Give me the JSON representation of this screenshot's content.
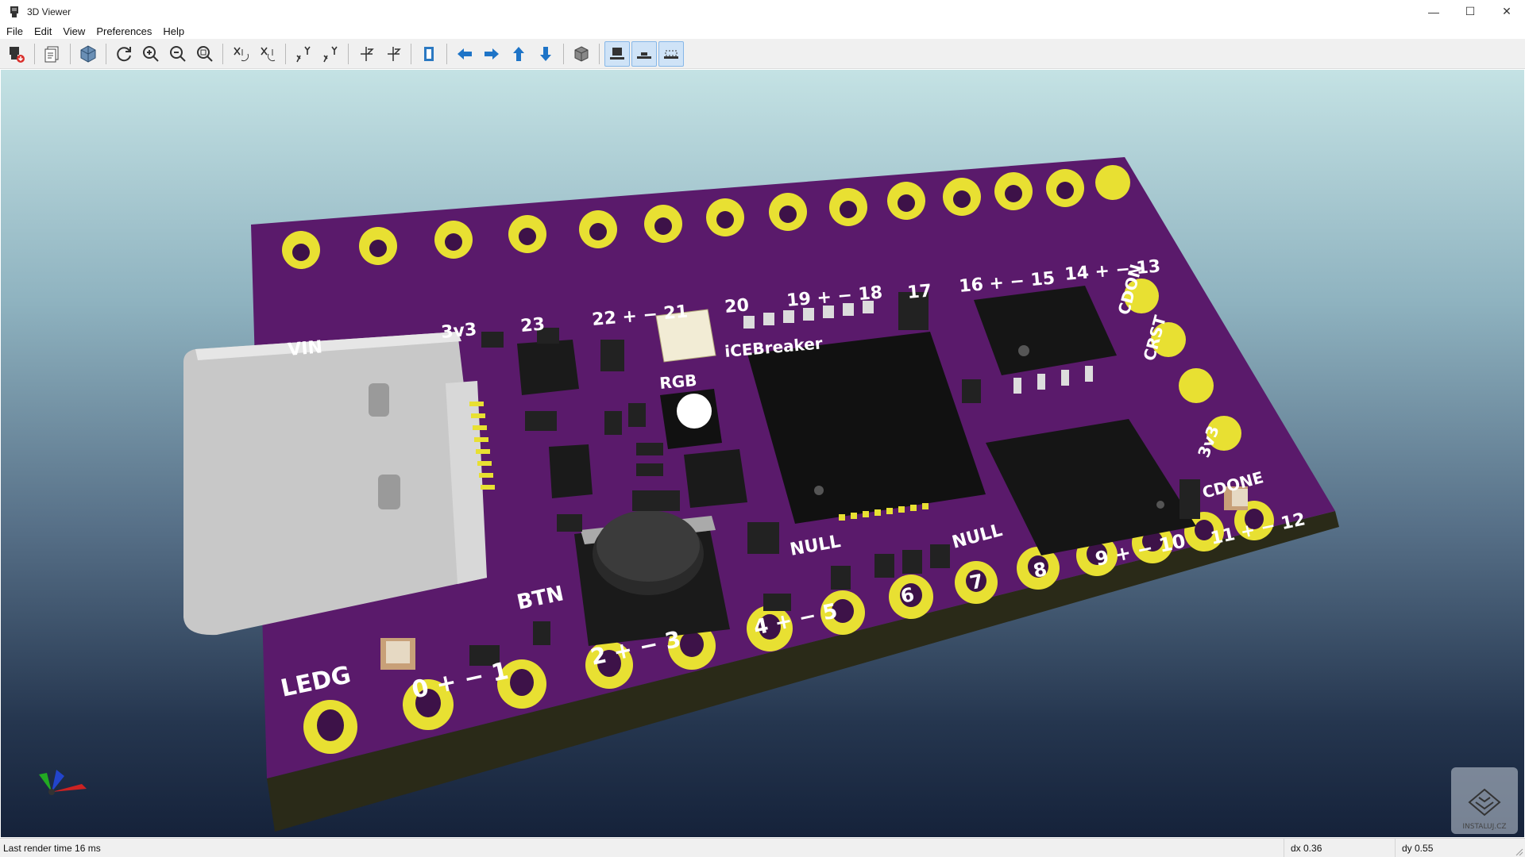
{
  "window": {
    "title": "3D Viewer",
    "controls": [
      "minimize",
      "maximize",
      "close"
    ]
  },
  "menu": {
    "items": [
      "File",
      "Edit",
      "View",
      "Preferences",
      "Help"
    ]
  },
  "toolbar": {
    "buttons": [
      "export-image-icon",
      "copy-3d-image-icon",
      "raytracing-icon",
      "reload-icon",
      "zoom-in-icon",
      "zoom-out-icon",
      "zoom-fit-icon",
      "rotate-x-cw-icon",
      "rotate-x-ccw-icon",
      "rotate-y-cw-icon",
      "rotate-y-ccw-icon",
      "rotate-z-cw-icon",
      "rotate-z-ccw-icon",
      "flip-board-icon",
      "pan-left-icon",
      "pan-right-icon",
      "pan-up-icon",
      "pan-down-icon",
      "ortho-icon",
      "show-tht-icon",
      "show-smd-icon",
      "show-virtual-icon"
    ]
  },
  "board": {
    "silkscreen": [
      "VIN",
      "3v3",
      "23",
      "22 + − 21",
      "20",
      "19 + − 18",
      "17",
      "16 + − 15",
      "14 + − 13",
      "CDON",
      "CRST",
      "RGB",
      "iCEBreaker",
      "NULL",
      "NULL",
      "BTN",
      "LEDG",
      "0 + − 1",
      "2 + − 3",
      "4 + − 5",
      "6",
      "7",
      "8",
      "9 + − 10",
      "11 + − 12",
      "3v3",
      "CDONE"
    ],
    "colors": {
      "soldermask": "#5a1a6b",
      "copper": "#e8e032",
      "silk": "#ffffff"
    }
  },
  "watermark": {
    "text": "INSTALUJ.CZ"
  },
  "status": {
    "render_time": "Last render time 16 ms",
    "dx": "dx 0.36",
    "dy": "dy 0.55"
  }
}
